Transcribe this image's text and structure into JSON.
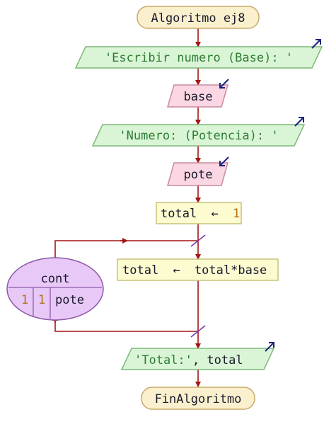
{
  "flow": {
    "start": {
      "label": "Algoritmo ej8"
    },
    "write1": {
      "label": "'Escribir numero (Base): '"
    },
    "read1": {
      "label": "base"
    },
    "write2": {
      "label": "'Numero: (Potencia): '"
    },
    "read2": {
      "label": "pote"
    },
    "assign1": {
      "var": "total",
      "arrow": "←",
      "value": "1"
    },
    "loop": {
      "var": "cont",
      "start": "1",
      "step": "1",
      "end": "pote"
    },
    "assign2": {
      "var": "total",
      "arrow": "←",
      "expr": "total*base"
    },
    "write3": {
      "str": "'Total:'",
      "rest": ", total"
    },
    "end": {
      "label": "FinAlgoritmo"
    }
  },
  "colors": {
    "arrow": "#a31515",
    "io_fill": "#d9f5d6",
    "io_stroke": "#7fb77a",
    "read_fill": "#fbd7e3",
    "read_stroke": "#c98aa0",
    "assign_fill": "#fdfbd0",
    "assign_stroke": "#c9c27a",
    "terminal_fill": "#fbf0cd",
    "terminal_stroke": "#c7a96a",
    "loop_fill": "#e8c8f7",
    "loop_stroke": "#8e5aa8",
    "io_icon": "#1a237e"
  }
}
